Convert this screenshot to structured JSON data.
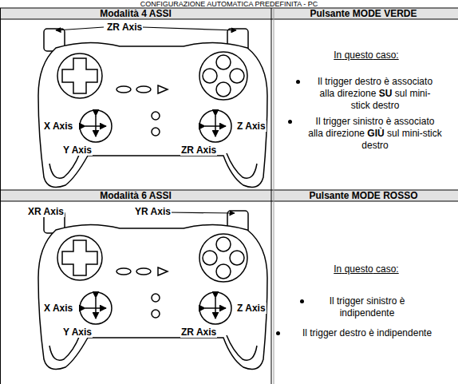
{
  "diagram": {
    "title": "CONFIGURAZIONE AUTOMATICA PREDEFINITA - PC",
    "labels": [
      "Modalità 4 ASSI",
      "Pulsante MODE VERDE",
      "ZR Axis",
      "X Axis",
      "Y Axis",
      "Z Axis",
      "ZR Axis",
      "In questo caso:",
      "Il trigger destro è associato alla direzione SU sul mini-stick destro",
      "Il trigger sinistro è associato alla direzione GIÙ sul mini-stick destro",
      "Modalità 6 ASSI",
      "Pulsante MODE ROSSO",
      "XR Axis",
      "YR Axis",
      "X Axis",
      "Y Axis",
      "Z Axis",
      "ZR Axis",
      "In questo caso:",
      "Il trigger sinistro è indipendente",
      "Il trigger destro è indipendente"
    ]
  }
}
